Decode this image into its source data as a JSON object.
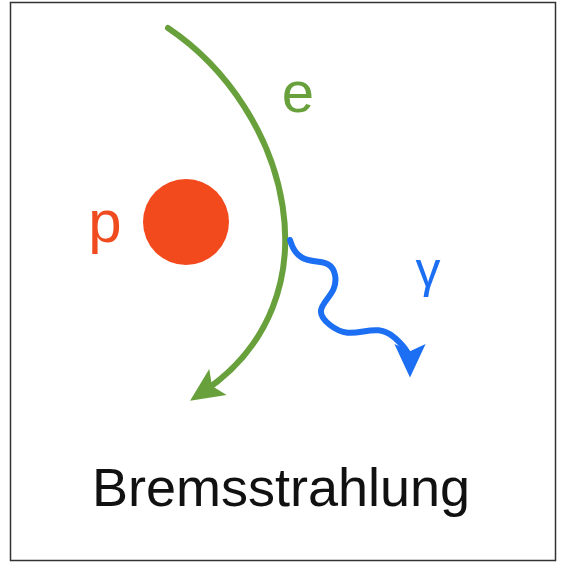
{
  "diagram": {
    "caption": "Bremsstrahlung",
    "nodes": [
      {
        "text": [
          "p"
        ]
      }
    ],
    "labels": [
      "e",
      "γ"
    ]
  }
}
